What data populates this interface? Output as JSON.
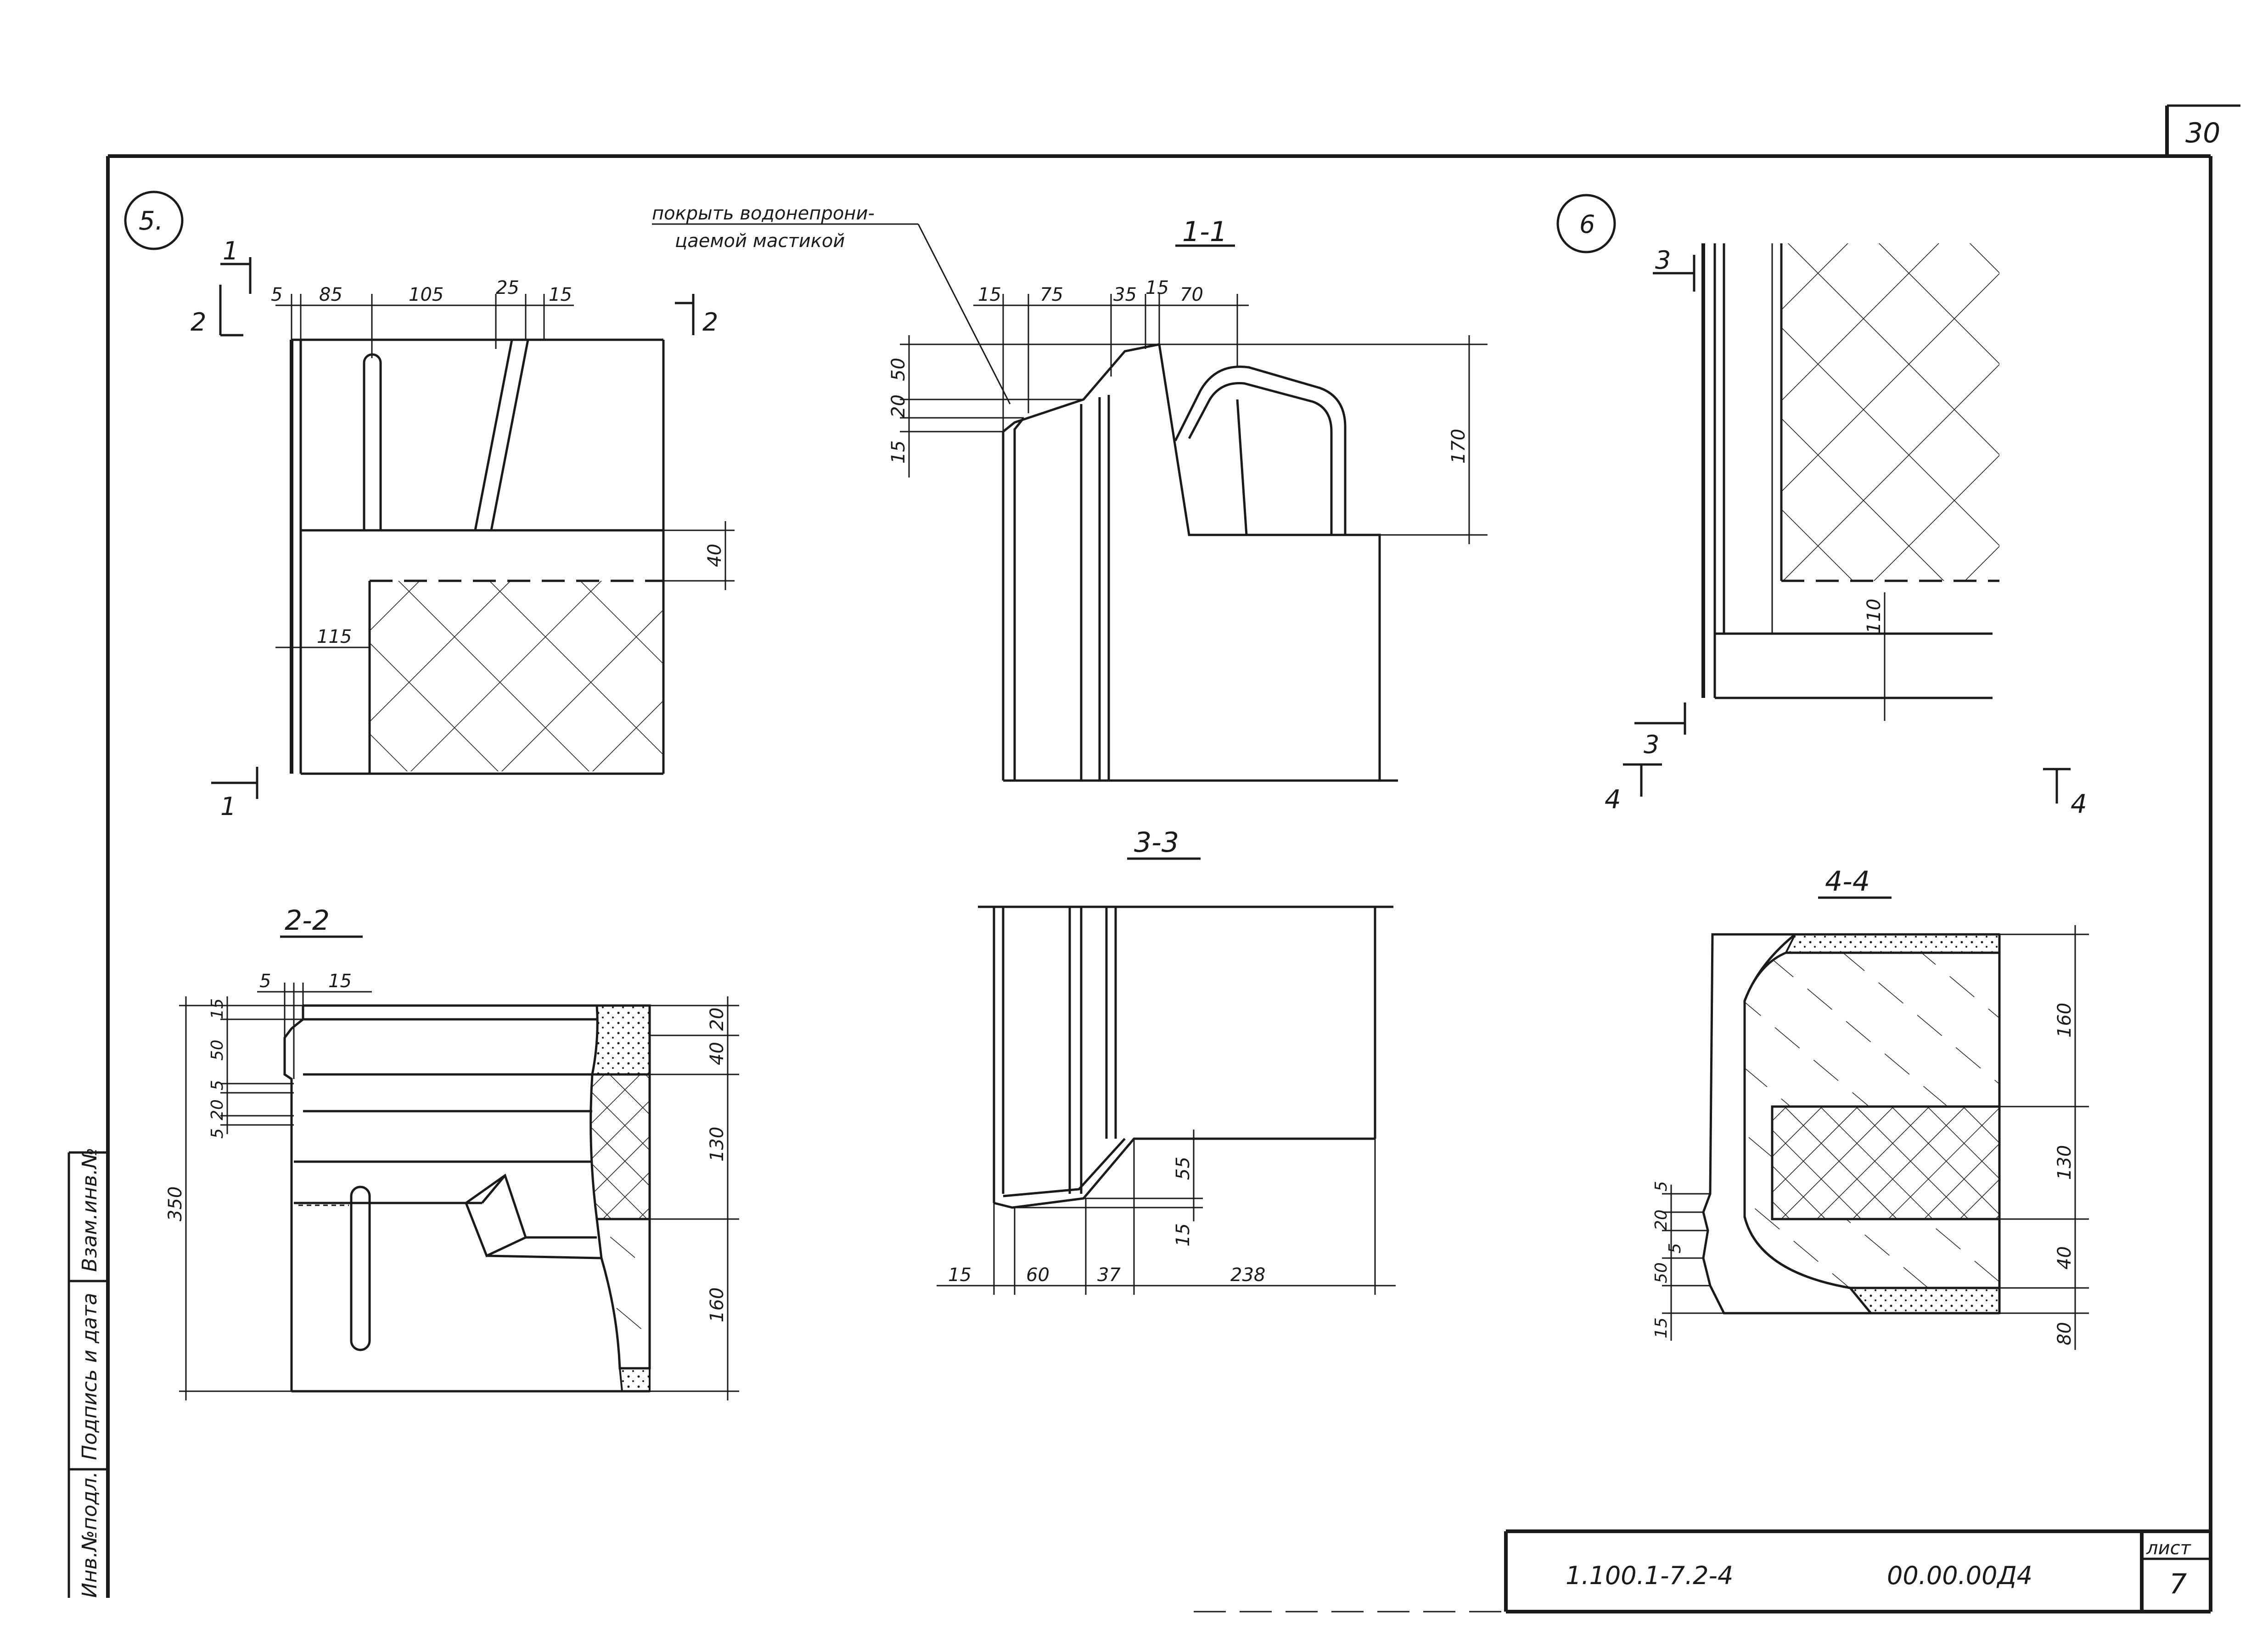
{
  "sheet": {
    "page_number": "30",
    "title_block": {
      "code": "1.100.1-7.2-4",
      "doc_number": "00.00.00Д4",
      "sheet_label": "лист",
      "sheet_number": "7"
    },
    "side_stamp": {
      "inv_podl": "Инв.№подл.",
      "signature_date": "Подпись и дата",
      "vzam_inv": "Взам.инв.№"
    }
  },
  "node5": {
    "marker": "5.",
    "section_1": "1",
    "section_2": "2",
    "dims_top": [
      "5",
      "85",
      "105",
      "25",
      "15"
    ],
    "dim_40": "40",
    "dim_115": "115"
  },
  "sec11": {
    "title": "1-1",
    "note_line1": "покрыть водонепрони-",
    "note_line2": "цаемой мастикой",
    "dims_top": [
      "15",
      "75",
      "35",
      "15",
      "70"
    ],
    "dims_left": [
      "50",
      "20",
      "15"
    ],
    "dim_170": "170"
  },
  "node6": {
    "marker": "6",
    "section_3": "3",
    "section_4": "4",
    "dim_110": "110"
  },
  "sec22": {
    "title": "2-2",
    "dims_top": [
      "5",
      "15"
    ],
    "dims_left": [
      "15",
      "50",
      "5",
      "20",
      "5"
    ],
    "dim_350": "350",
    "dims_right": [
      "20",
      "40",
      "130",
      "160"
    ]
  },
  "sec33": {
    "title": "3-3",
    "dims_bottom": [
      "15",
      "60",
      "37",
      "238"
    ],
    "dims_right": [
      "55",
      "15"
    ]
  },
  "sec44": {
    "title": "4-4",
    "dims_left": [
      "5",
      "20",
      "5",
      "50",
      "15"
    ],
    "dims_right": [
      "160",
      "130",
      "40",
      "80"
    ]
  }
}
